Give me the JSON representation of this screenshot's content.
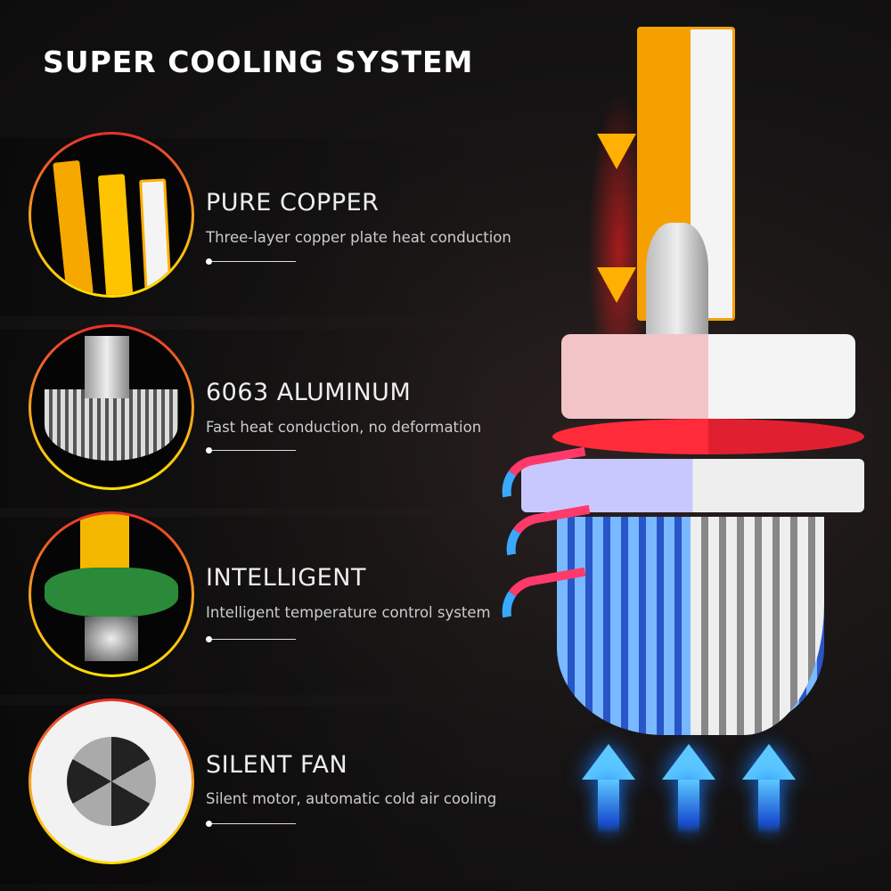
{
  "header": {
    "title": "SUPER COOLING SYSTEM"
  },
  "features": [
    {
      "title": "PURE COPPER",
      "subtitle": "Three-layer copper plate heat conduction"
    },
    {
      "title": "6063 ALUMINUM",
      "subtitle": "Fast heat conduction, no deformation"
    },
    {
      "title": "INTELLIGENT",
      "subtitle": "Intelligent temperature control system"
    },
    {
      "title": "SILENT FAN",
      "subtitle": "Silent motor, automatic cold air cooling"
    }
  ],
  "colors": {
    "hot": "#e8302a",
    "warm": "#f5a020",
    "cool": "#3aa8ff"
  }
}
